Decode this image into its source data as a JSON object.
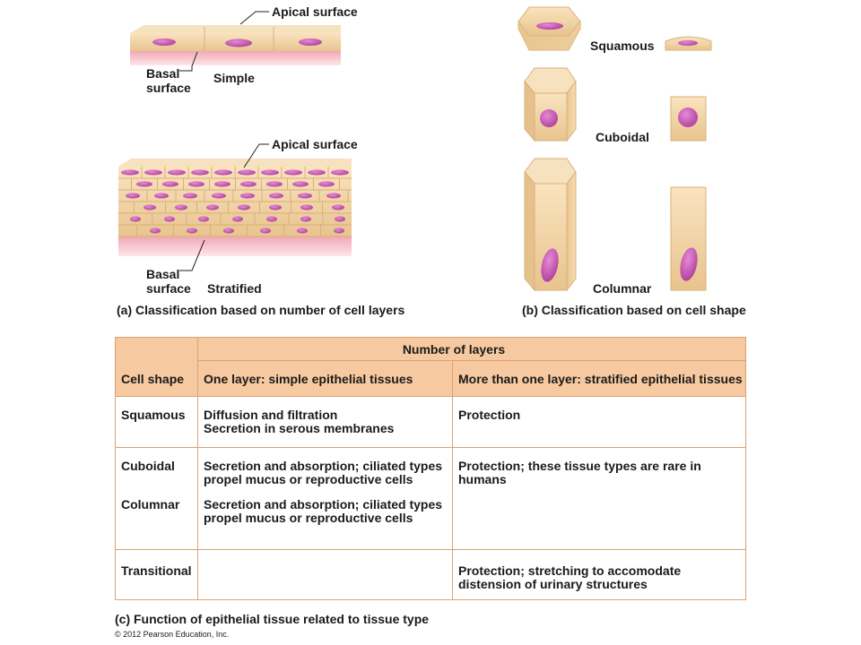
{
  "panel_a": {
    "simple": {
      "apical_label": "Apical surface",
      "basal_label_line1": "Basal",
      "basal_label_line2": "surface",
      "type_label": "Simple"
    },
    "stratified": {
      "apical_label": "Apical surface",
      "basal_label_line1": "Basal",
      "basal_label_line2": "surface",
      "type_label": "Stratified"
    },
    "caption": "(a) Classification based on number of cell layers"
  },
  "panel_b": {
    "shapes": [
      "Squamous",
      "Cuboidal",
      "Columnar"
    ],
    "caption": "(b) Classification based on cell shape"
  },
  "table": {
    "header_cell_shape": "Cell shape",
    "header_number_of_layers": "Number of layers",
    "header_one_layer": "One layer: simple epithelial tissues",
    "header_more_layers": "More than one layer: stratified epithelial tissues",
    "rows": [
      {
        "shape": "Squamous",
        "simple_line1": "Diffusion and filtration",
        "simple_line2": "Secretion in serous membranes",
        "stratified_line1": "Protection",
        "stratified_line2": ""
      },
      {
        "shape": "Cuboidal",
        "simple_line1": "Secretion and absorption; ciliated types",
        "simple_line2": "propel mucus or reproductive cells",
        "stratified_line1": "Protection; these tissue types are rare in",
        "stratified_line2": "humans"
      },
      {
        "shape": "Columnar",
        "simple_line1": "Secretion and absorption; ciliated types",
        "simple_line2": "propel mucus or reproductive cells",
        "stratified_line1": "",
        "stratified_line2": ""
      },
      {
        "shape": "Transitional",
        "simple_line1": "",
        "simple_line2": "",
        "stratified_line1": "Protection; stretching to accomodate",
        "stratified_line2": "distension of urinary structures"
      }
    ],
    "caption": "(c) Function of epithelial tissue related to tissue type"
  },
  "copyright": "© 2012 Pearson Education, Inc.",
  "colors": {
    "cell_fill": "#f2d4a8",
    "cell_edge": "#d9b07a",
    "nucleus": "#c94fb0",
    "basement": "#f1a7b5",
    "header_bg": "#f6c9a1",
    "border": "#d9a276"
  }
}
